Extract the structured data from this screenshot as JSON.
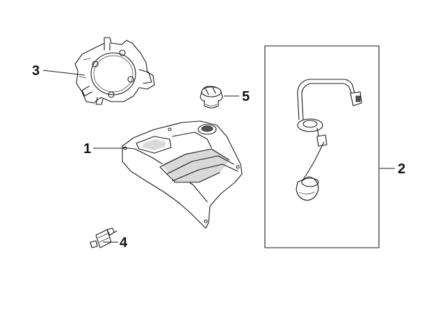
{
  "callouts": {
    "fuel_tank": "1",
    "fuel_pump_unit": "2",
    "tank_flange_plate": "3",
    "fuel_filter": "4",
    "fuel_cap": "5"
  },
  "colors": {
    "line": "#1a1a1a",
    "shade": "#d9d9d9",
    "background": "#ffffff"
  }
}
